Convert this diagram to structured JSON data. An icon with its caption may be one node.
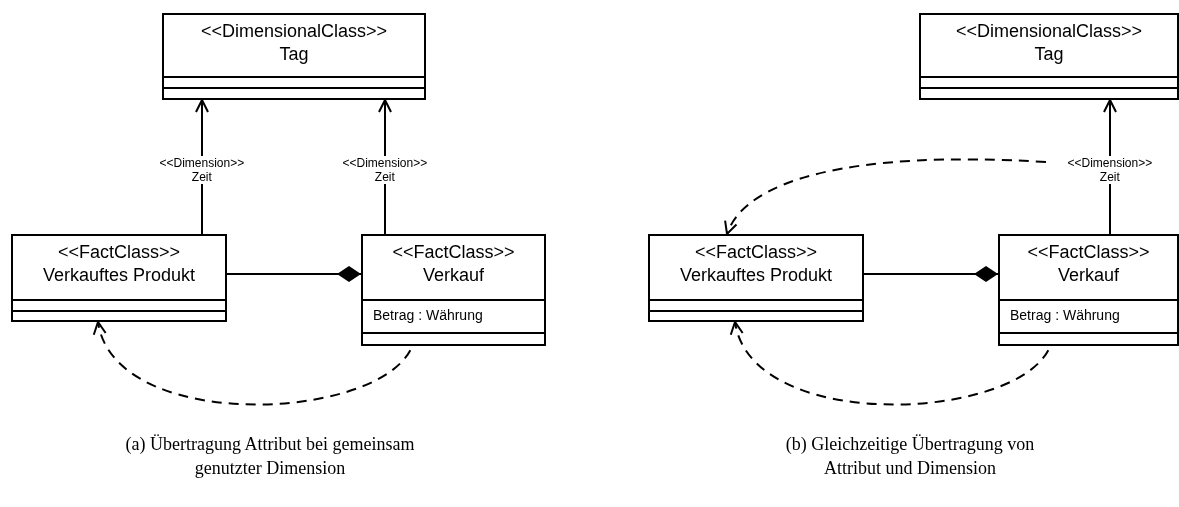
{
  "diagram": {
    "nodes": [
      {
        "text": [
          "<<DimensionalClass>>",
          "Tag"
        ]
      },
      {
        "text": [
          "<<FactClass>>",
          "Verkauftes Produkt"
        ]
      },
      {
        "text": [
          "<<FactClass>>",
          "Verkauf"
        ]
      },
      {
        "text": [
          "Betrag : Währung"
        ],
        "in": 2
      },
      {
        "text": [
          "<<DimensionalClass>>",
          "Tag"
        ]
      },
      {
        "text": [
          "<<FactClass>>",
          "Verkauftes Produkt"
        ]
      },
      {
        "text": [
          "<<FactClass>>",
          "Verkauf"
        ]
      },
      {
        "text": [
          "Betrag : Währung"
        ],
        "in": 6
      }
    ],
    "edges": [
      {
        "from": 1,
        "to": 0,
        "arrow": "to",
        "label": "<<Dimension>> Zeit"
      },
      {
        "from": 2,
        "to": 0,
        "arrow": "to",
        "label": "<<Dimension>> Zeit"
      },
      {
        "from": 1,
        "to": 2,
        "arrow": "other"
      },
      {
        "from": 3,
        "to": 1,
        "arrow": "to",
        "style": "dashed"
      },
      {
        "from": 6,
        "to": 4,
        "arrow": "to",
        "label": "<<Dimension>> Zeit"
      },
      {
        "from": 5,
        "to": 6,
        "arrow": "other"
      },
      {
        "from": 7,
        "to": 5,
        "arrow": "to",
        "style": "dashed"
      },
      {
        "from": null,
        "to": 5,
        "arrow": "to",
        "style": "dashed"
      }
    ],
    "labels": [
      "(a) Übertragung Attribut bei gemeinsam genutzter Dimension",
      "(b) Gleichzeitige Übertragung von Attribut und Dimension"
    ]
  }
}
